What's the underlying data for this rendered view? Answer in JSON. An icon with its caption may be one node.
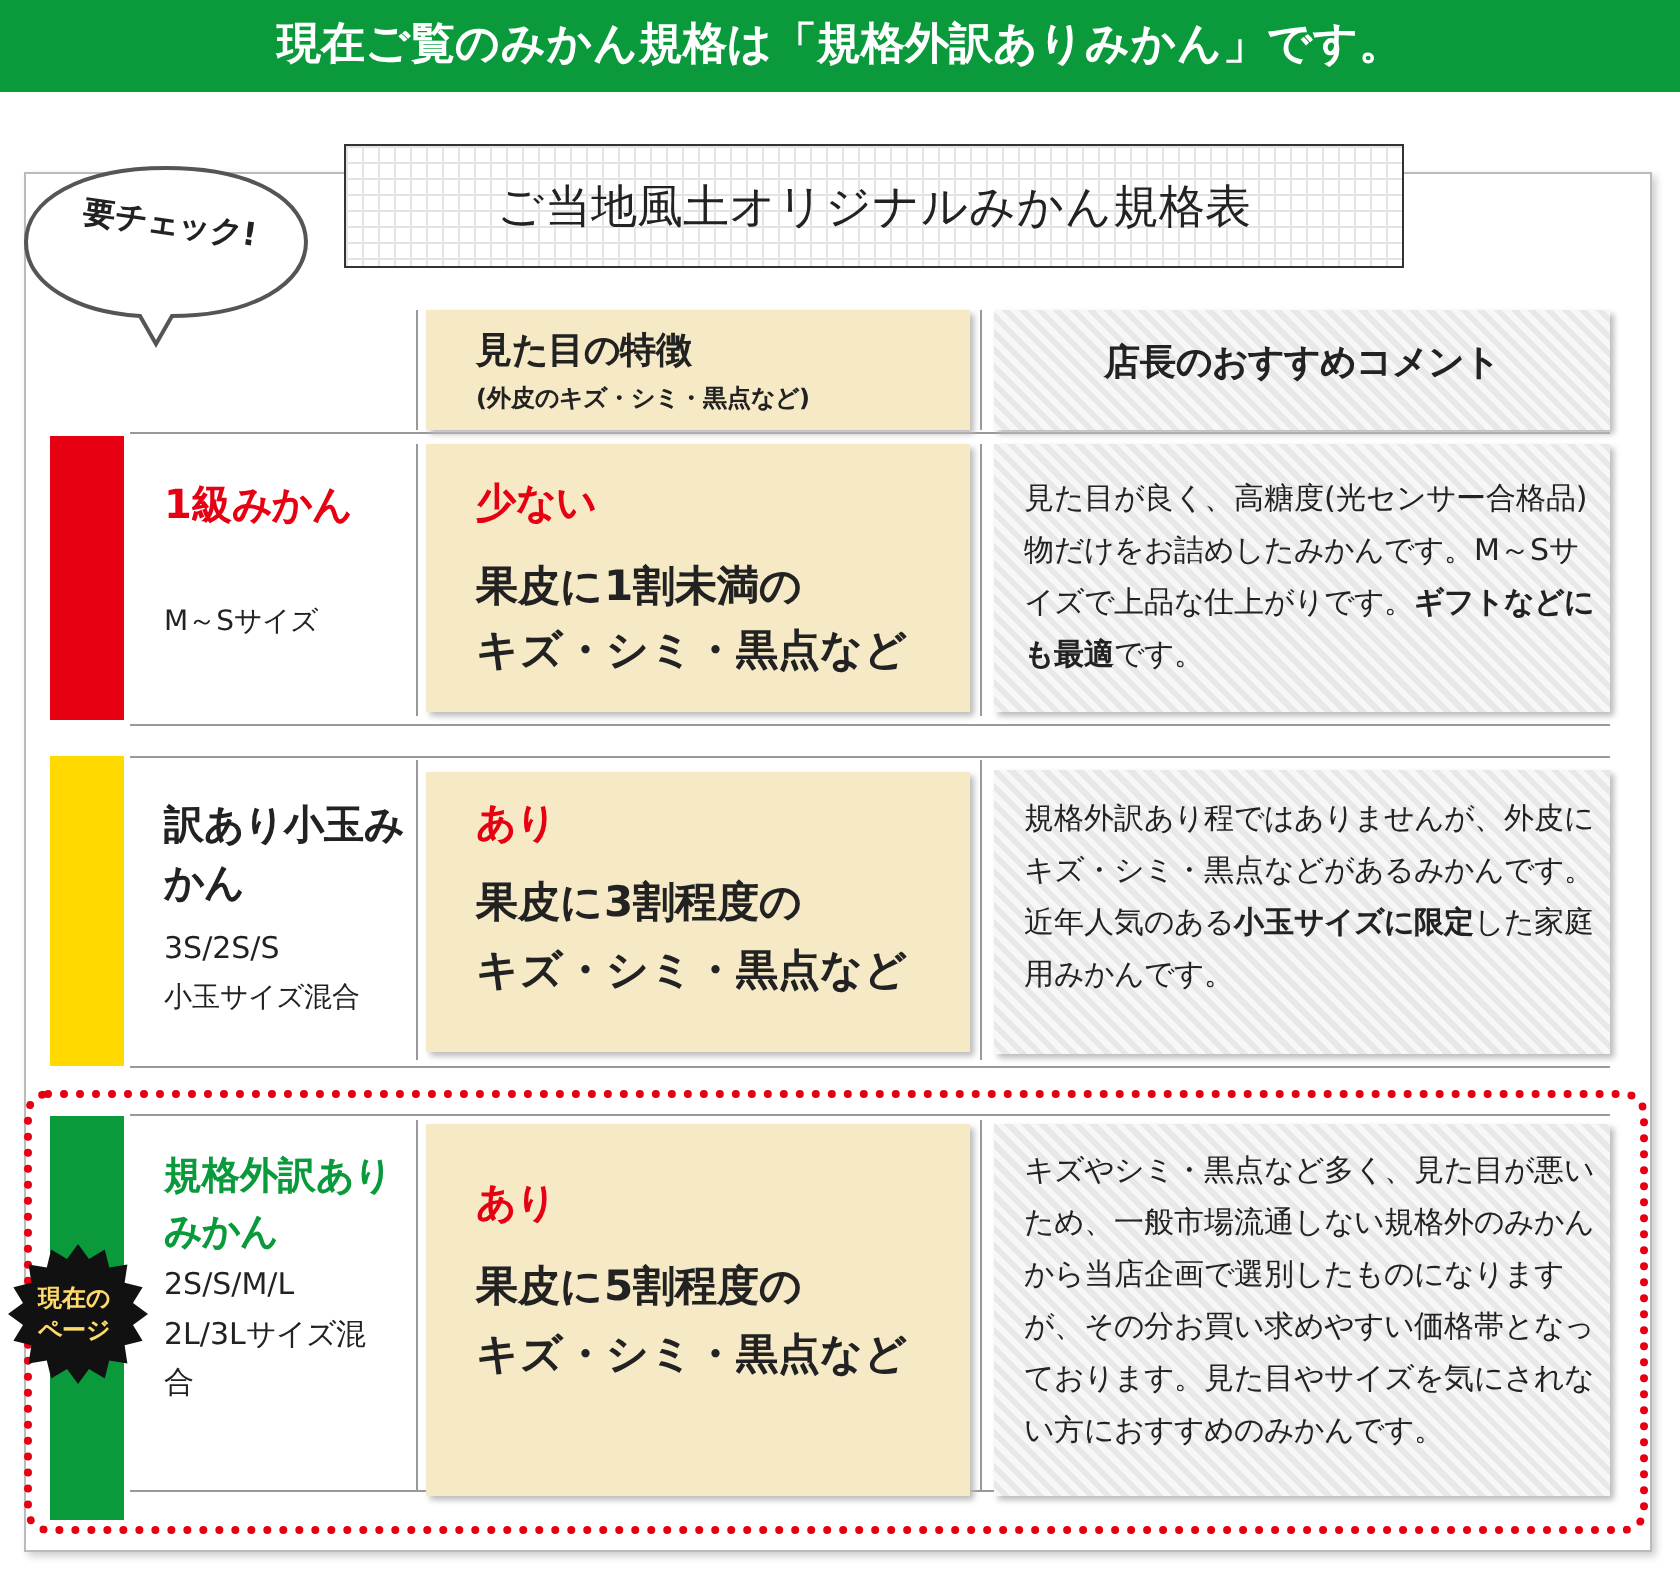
{
  "diagram": {
    "title": "現在ご覧のみかん規格は「規格外訳ありみかん」です。",
    "labels": [
      "要チェック!",
      "ご当地風土オリジナルみかん規格表",
      "見た目の特徴",
      "(外皮のキズ・シミ・黒点など)",
      "店長のおすすめコメント",
      "1級みかん",
      "M～Sサイズ",
      "少ない",
      "果皮に1割未満の",
      "キズ・シミ・黒点など",
      "見た目が良く、高糖度(光センサー合格品)物だけをお詰めしたみかんです。M～Sサイズで上品な仕上がりです。**ギフトなどにも最適**です。",
      "訳あり小玉みかん",
      "3S/2S/S",
      "小玉サイズ混合",
      "あり",
      "果皮に3割程度の",
      "キズ・シミ・黒点など",
      "規格外訳あり程ではありませんが、外皮にキズ・シミ・黒点などがあるみかんです。近年人気のある**小玉サイズに限定**した家庭用みかんです。",
      "現在のページ",
      "規格外訳ありみかん",
      "2S/S/M/L",
      "2L/3Lサイズ混合",
      "あり",
      "果皮に5割程度の",
      "キズ・シミ・黒点など",
      "キズやシミ・黒点など多く、見た目が悪いため、一般市場流通しない規格外のみかんから当店企画で選別したものになりますが、その分お買い求めやすい価格帯となっております。見た目やサイズを気にされない方におすすめのみかんです。"
    ]
  }
}
